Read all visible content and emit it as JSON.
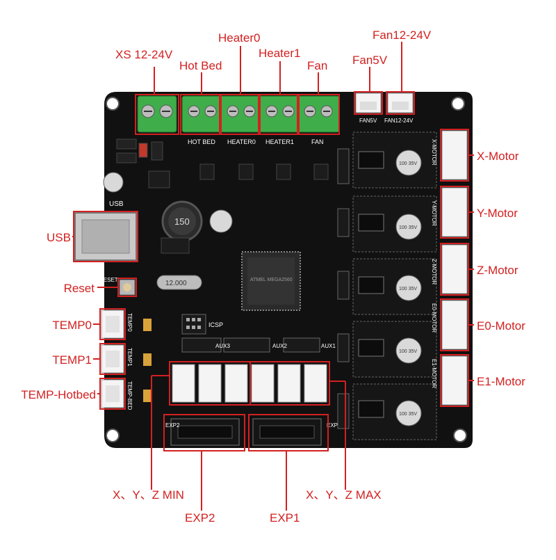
{
  "callouts": {
    "xs_power": "XS 12-24V",
    "hot_bed": "Hot Bed",
    "heater0": "Heater0",
    "heater1": "Heater1",
    "fan": "Fan",
    "fan5v": "Fan5V",
    "fan12_24v": "Fan12-24V",
    "x_motor": "X-Motor",
    "y_motor": "Y-Motor",
    "z_motor": "Z-Motor",
    "e0_motor": "E0-Motor",
    "e1_motor": "E1-Motor",
    "usb": "USB",
    "reset": "Reset",
    "temp0": "TEMP0",
    "temp1": "TEMP1",
    "temp_hotbed": "TEMP-Hotbed",
    "xyz_min": "X、Y、Z MIN",
    "xyz_max": "X、Y、Z MAX",
    "exp2": "EXP2",
    "exp1": "EXP1"
  },
  "silkscreen": {
    "hot_bed": "HOT BED",
    "heater0": "HEATER0",
    "heater1": "HEATER1",
    "fan": "FAN",
    "fan5v": "FAN5V",
    "fan12_24v": "FAN12-24V",
    "x_motor": "X-MOTOR",
    "y_motor": "Y-MOTOR",
    "z_motor": "Z-MOTOR",
    "e0_motor": "E0-MOTOR",
    "e1_motor": "E1-MOTOR",
    "usb": "USB",
    "reset": "RESET",
    "icsp": "ICSP",
    "aux1": "AUX1",
    "aux2": "AUX2",
    "aux3": "AUX3",
    "exp1": "EXP1",
    "exp2": "EXP2",
    "temp0": "TEMP0",
    "temp1": "TEMP1",
    "temp_bed": "TEMP-BED",
    "inductor": "150",
    "crystal": "12.000",
    "cap_label": "100 35V",
    "mcu_text": "ATMEL MEGA2560"
  },
  "colors": {
    "callout": "#d32020",
    "board": "#111111",
    "terminal": "#3fae4a",
    "connector": "#f4f4f4"
  }
}
